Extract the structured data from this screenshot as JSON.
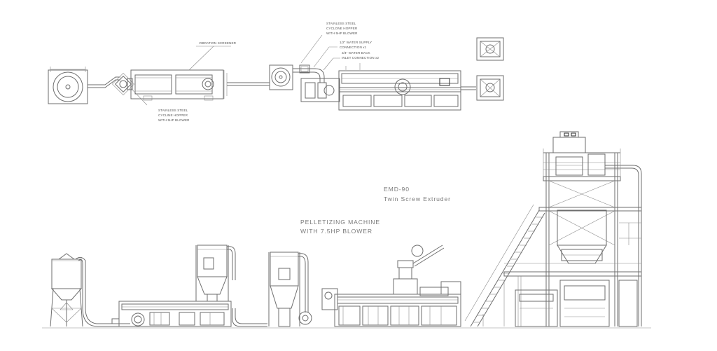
{
  "plan_view": {
    "labels": {
      "vibration_screener": "VIBRATION SCREENER",
      "hopper_left_1": "STAINLESS STEEL",
      "hopper_left_2": "CYCLINE HOPPER",
      "hopper_left_3": "WITH 5HP BLOWER",
      "hopper_right_1": "STAINLESS STEEL",
      "hopper_right_2": "CYCLONE HOPPER",
      "hopper_right_3": "WITH 5HP BLOWER",
      "water_supply_1": "1/2\" WATER SUPPLY",
      "water_supply_2": "CONNECTION x1",
      "water_back_1": "3/4\" WATER BACK",
      "water_back_2": "INLET CONNECTION x2"
    }
  },
  "elevation_view": {
    "labels": {
      "extruder_model": "EMD-90",
      "extruder_type": "Twin Screw Extruder",
      "pelletizer_1": "PELLETIZING MACHINE",
      "pelletizer_2": "WITH 7.5HP BLOWER"
    }
  }
}
